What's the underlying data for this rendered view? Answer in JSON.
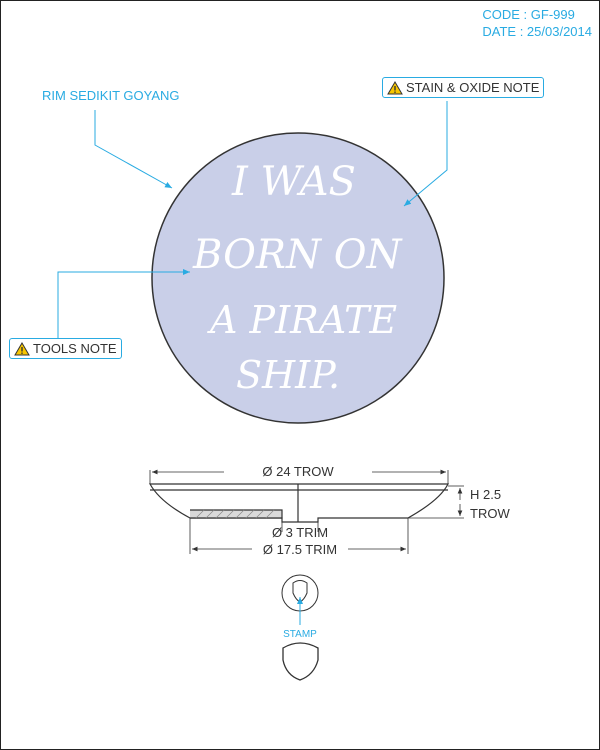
{
  "meta": {
    "code": "CODE : GF-999",
    "date": "DATE : 25/03/2014"
  },
  "callouts": {
    "rim": "RIM SEDIKIT GOYANG",
    "stain_note": "STAIN & OXIDE NOTE",
    "tools_note": "TOOLS NOTE",
    "stamp": "STAMP"
  },
  "artwork": {
    "lines": [
      "I WAS",
      "BORN ON",
      "A PIRATE",
      "SHIP."
    ]
  },
  "dimensions": {
    "top_width": "Ø 24 TROW",
    "height_1": "H 2.5",
    "height_2": "TROW",
    "trim_small": "Ø 3 TRIM",
    "trim_large": "Ø 17.5 TRIM"
  },
  "colors": {
    "accent": "#29abe2",
    "plate_fill": "#c9cfe8",
    "line": "#333333"
  }
}
